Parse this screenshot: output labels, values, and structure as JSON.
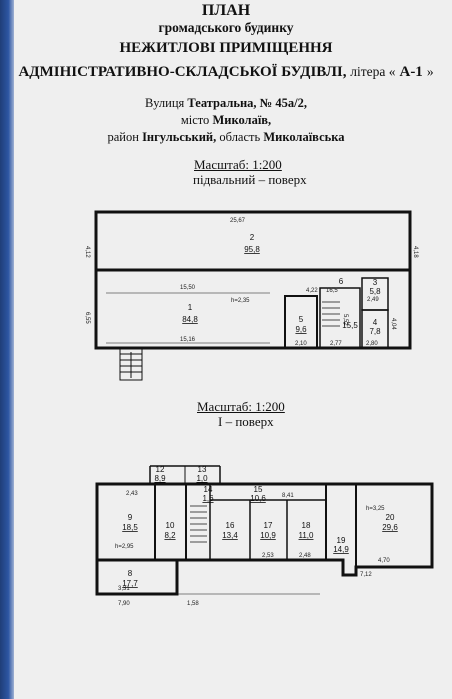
{
  "header": {
    "title": "ПЛАН",
    "subtitle": "громадського будинку",
    "premises": "НЕЖИТЛОВІ ПРИМІЩЕННЯ",
    "building": "АДМІНІСТРАТИВНО-СКЛАДСЬКОЇ БУДІВЛІ,",
    "letter_label": "літера «",
    "letter_value": "А-1",
    "letter_close": "»",
    "street_label": "Вулиця",
    "street": "Театральна, № 45а/2,",
    "city_label": "місто",
    "city": "Миколаїв,",
    "district_label": "район",
    "district": "Інгульський,",
    "region_label": "область",
    "region": "Миколаївська"
  },
  "basement": {
    "scale": "Масштаб: 1:200",
    "floor": "підвальний – поверх",
    "dims": {
      "top": "25,67",
      "left_top": "4,12",
      "right_top": "4,18",
      "mid": "15,50",
      "height": "h=2,35",
      "left_low": "6,55",
      "bottom": "15,16",
      "r_a": "4,22",
      "r_b": "16,5",
      "r_c": "2,49",
      "r_d": "5,52",
      "r_e": "4,04",
      "r_f": "2,10",
      "r_g": "2,77",
      "r_h": "2,80"
    },
    "rooms": [
      {
        "num": "2",
        "area": "95,8"
      },
      {
        "num": "1",
        "area": "84,8"
      },
      {
        "num": "5",
        "area": "9,6"
      },
      {
        "num": "6",
        "area": "15,5"
      },
      {
        "num": "3",
        "area": "5,8"
      },
      {
        "num": "4",
        "area": "7,8"
      }
    ]
  },
  "ground": {
    "scale": "Масштаб: 1:200",
    "floor": "І – поверх",
    "dims": {
      "height": "h=2,95",
      "height2": "h=3,25",
      "d1": "2,43",
      "d2": "8,41",
      "d3": "3,31",
      "d4": "4,70",
      "d5": "7,90",
      "d6": "1,58",
      "d7": "7,12",
      "d8": "2,53",
      "d9": "2,48"
    },
    "rooms": [
      {
        "num": "12",
        "area": "8,9"
      },
      {
        "num": "13",
        "area": "1,0"
      },
      {
        "num": "15",
        "area": "10,6"
      },
      {
        "num": "14",
        "area": "1,6"
      },
      {
        "num": "9",
        "area": "18,5"
      },
      {
        "num": "10",
        "area": "8,2"
      },
      {
        "num": "16",
        "area": "13,4"
      },
      {
        "num": "17",
        "area": "10,9"
      },
      {
        "num": "18",
        "area": "11,0"
      },
      {
        "num": "19",
        "area": "14,9"
      },
      {
        "num": "20",
        "area": "29,6"
      },
      {
        "num": "8",
        "area": "17,7"
      }
    ]
  }
}
